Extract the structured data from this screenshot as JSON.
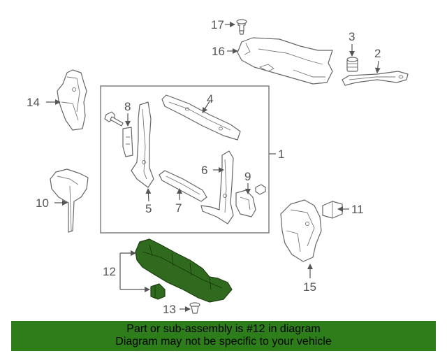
{
  "diagram": {
    "callouts": {
      "c1": "1",
      "c2": "2",
      "c3": "3",
      "c4": "4",
      "c5": "5",
      "c6": "6",
      "c7": "7",
      "c8": "8",
      "c9": "9",
      "c10": "10",
      "c11": "11",
      "c12": "12",
      "c13": "13",
      "c14": "14",
      "c15": "15",
      "c16": "16",
      "c17": "17"
    },
    "highlight_color": "#2f6a1e"
  },
  "banner": {
    "line1": "Part or sub-assembly is #12 in diagram",
    "line2": "Diagram may not be specific to your vehicle",
    "color": "#2d7d1b"
  }
}
